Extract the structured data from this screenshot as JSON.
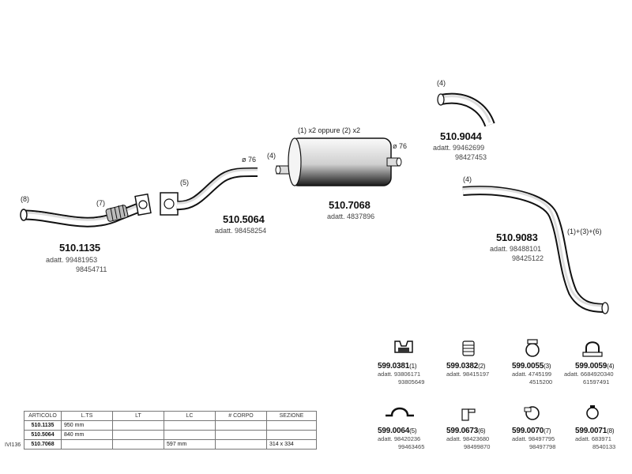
{
  "parts": [
    {
      "code": "510.1135",
      "alt_prefix": "adatt.",
      "alt": [
        "99481953",
        "98454711"
      ],
      "tag": "(8)",
      "tag2": "(7)"
    },
    {
      "code": "510.5064",
      "alt_prefix": "adatt.",
      "alt": [
        "98458254"
      ],
      "tag": "(5)",
      "diameter": "ø 76"
    },
    {
      "code": "510.7068",
      "alt_prefix": "adatt.",
      "alt": [
        "4837896"
      ],
      "tag": "(4)",
      "qty": "(1) x2 oppure (2) x2",
      "diameter": "ø 76"
    },
    {
      "code": "510.9044",
      "alt_prefix": "adatt.",
      "alt": [
        "99462699",
        "98427453"
      ],
      "tag": "(4)"
    },
    {
      "code": "510.9083",
      "alt_prefix": "adatt.",
      "alt": [
        "98488101",
        "98425122"
      ],
      "tag": "(4)",
      "combo": "(1)+(3)+(6)"
    }
  ],
  "accessories": [
    {
      "code": "599.0381",
      "ref": "(1)",
      "alt": [
        "adatt. 93806171",
        "93805649"
      ],
      "icon": "rubber-hanger-icon"
    },
    {
      "code": "599.0382",
      "ref": "(2)",
      "alt": [
        "adatt. 98415197"
      ],
      "icon": "rubber-mount-icon"
    },
    {
      "code": "599.0055",
      "ref": "(3)",
      "alt": [
        "adatt. 4745199",
        "4515200"
      ],
      "icon": "clamp-ring-icon"
    },
    {
      "code": "599.0059",
      "ref": "(4)",
      "alt": [
        "adatt. 6684920340",
        "61597491"
      ],
      "icon": "u-bolt-clamp-icon"
    },
    {
      "code": "599.0064",
      "ref": "(5)",
      "alt": [
        "adatt. 98420236",
        "99463465"
      ],
      "icon": "strap-bracket-icon"
    },
    {
      "code": "599.0673",
      "ref": "(6)",
      "alt": [
        "adatt. 98423680",
        "98499870"
      ],
      "icon": "bracket-icon"
    },
    {
      "code": "599.0070",
      "ref": "(7)",
      "alt": [
        "adatt. 98497795",
        "98497798"
      ],
      "icon": "band-clamp-icon"
    },
    {
      "code": "599.0071",
      "ref": "(8)",
      "alt": [
        "adatt. 683971",
        "8540133"
      ],
      "icon": "ring-clamp-icon"
    }
  ],
  "table": {
    "headers": [
      "ARTICOLO",
      "L.TS",
      "LT",
      "LC",
      "# CORPO",
      "SEZIONE"
    ],
    "rows": [
      [
        "510.1135",
        "950 mm",
        "",
        "",
        "",
        ""
      ],
      [
        "510.5064",
        "840 mm",
        "",
        "",
        "",
        ""
      ],
      [
        "510.7068",
        "",
        "",
        "597 mm",
        "",
        "314 x 334"
      ]
    ],
    "vehicle_label": "IVI136"
  }
}
